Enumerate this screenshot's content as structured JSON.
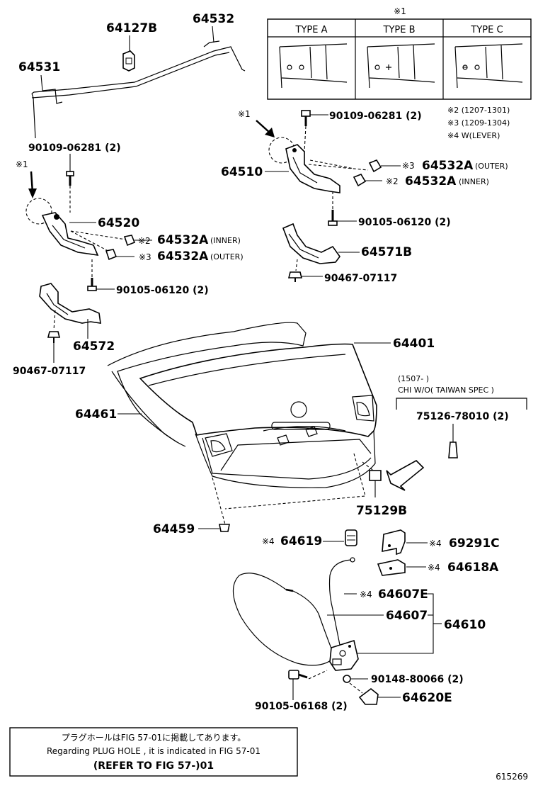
{
  "labels": {
    "p64127B": "64127B",
    "p64532": "64532",
    "p64531": "64531",
    "bolt_90109_left": "90109-06281 (2)",
    "bolt_90109_right": "90109-06281 (2)",
    "ref1_left": "※1",
    "ref1_right": "※1",
    "p64520": "64520",
    "p64510": "64510",
    "inner_left_mark": "※2",
    "inner_left_num": "64532A",
    "inner_left_suffix": "(INNER)",
    "outer_left_mark": "※3",
    "outer_left_num": "64532A",
    "outer_left_suffix": "(OUTER)",
    "outer_right_mark": "※3",
    "outer_right_num": "64532A",
    "outer_right_suffix": "(OUTER)",
    "inner_right_mark": "※2",
    "inner_right_num": "64532A",
    "inner_right_suffix": "(INNER)",
    "bolt_90105_left": "90105-06120 (2)",
    "bolt_90105_right": "90105-06120 (2)",
    "p64571B": "64571B",
    "nut_90467_right": "90467-07117",
    "p64572": "64572",
    "nut_90467_left": "90467-07117",
    "p64401": "64401",
    "p64461": "64461",
    "p75126": "75126-78010 (2)",
    "p75129B": "75129B",
    "p64459": "64459",
    "p64619_mark": "※4",
    "p64619": "64619",
    "p69291C_mark": "※4",
    "p69291C": "69291C",
    "p64618A_mark": "※4",
    "p64618A": "64618A",
    "p64607E_mark": "※4",
    "p64607E": "64607E",
    "p64607": "64607",
    "p64610": "64610",
    "bolt_90148": "90148-80066 (2)",
    "bolt_90105_06168": "90105-06168 (2)",
    "p64620E": "64620E",
    "spec_date": "(1507-        )",
    "spec_text": "CHI W/O( TAIWAN SPEC )"
  },
  "type_table": {
    "ref": "※1",
    "headers": [
      "TYPE  A",
      "TYPE  B",
      "TYPE  C"
    ]
  },
  "legend": [
    "※2 (1207-1301)",
    "※3 (1209-1304)",
    "※4 W(LEVER)"
  ],
  "footer_note": {
    "line1": "プラグホールはFIG 57-01に掲載してあります。",
    "line2": "Regarding  PLUG  HOLE , it is indicated in  FIG  57-01",
    "line3": "(REFER  TO  FIG  57-)01"
  },
  "figure_number": "615269"
}
